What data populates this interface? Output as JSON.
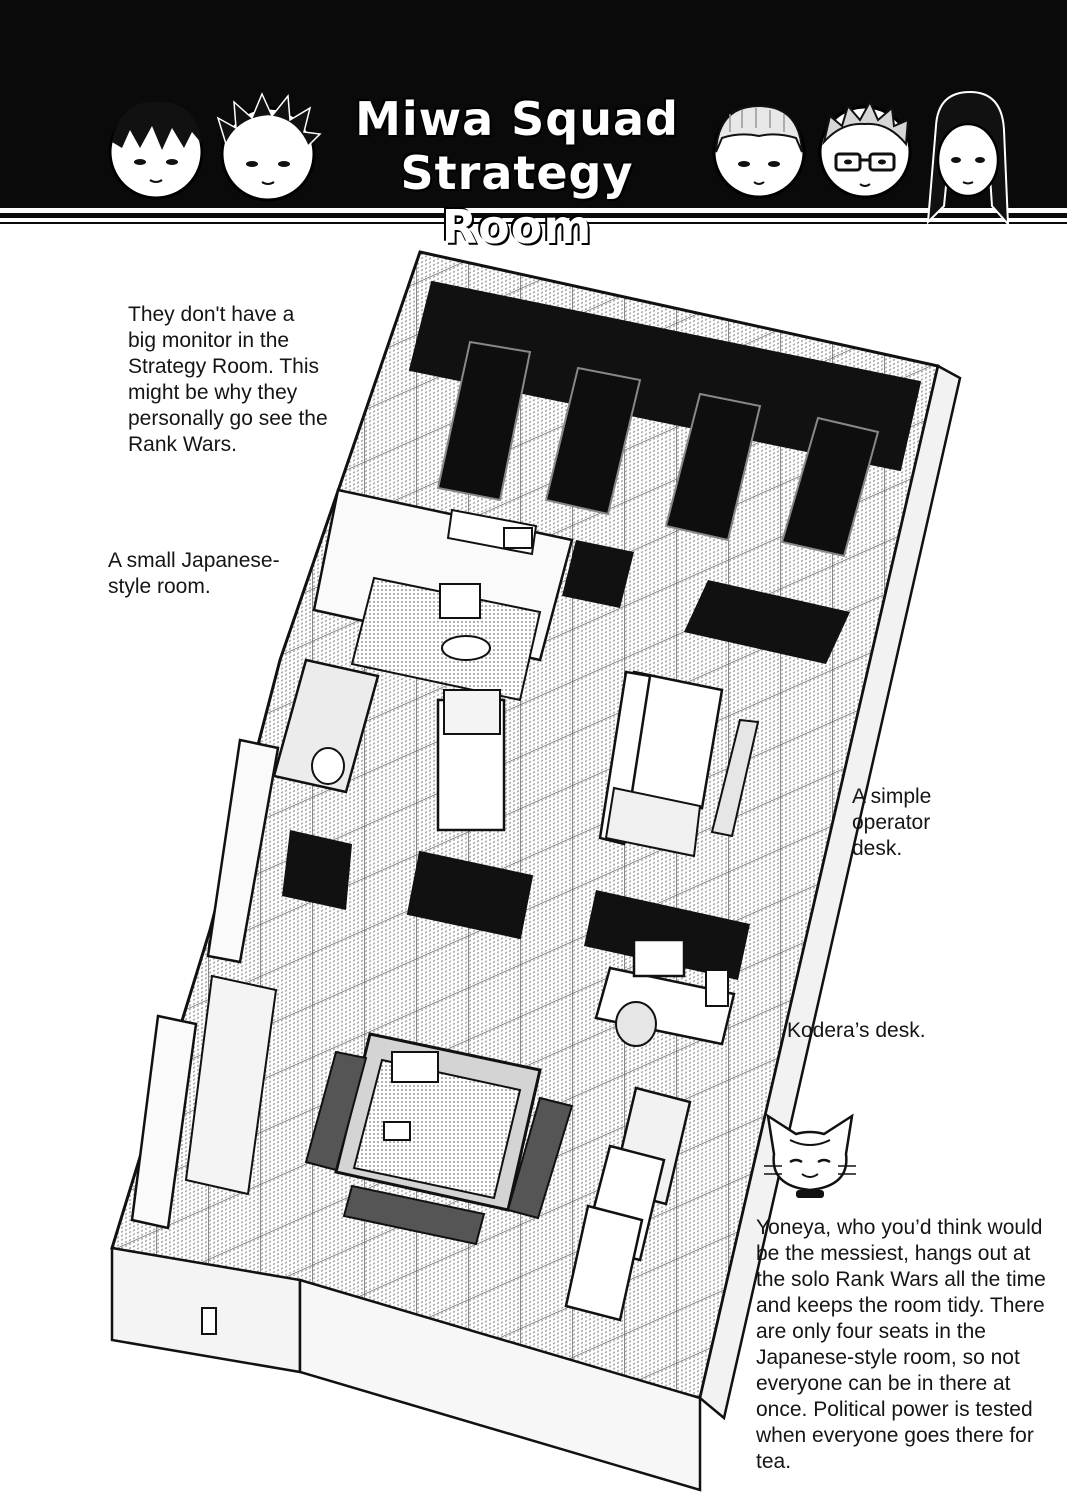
{
  "header": {
    "title_line1": "Miwa Squad",
    "title_line2": "Strategy Room"
  },
  "captions": {
    "monitor_note": "They don't have a big monitor in the Strategy Room. This might be why they personally go see the Rank Wars.",
    "japanese_room": "A small Japanese-style room.",
    "operator_desk": "A simple operator desk.",
    "kodera_desk": "Kodera’s desk.",
    "yoneya_note": "Yoneya, who you’d think would be the messiest, hangs out at the solo Rank Wars all the time and keeps the room tidy. There are only four seats in the Japanese-style room, so not everyone can be in there at once. Political power is tested when everyone goes there for tea."
  },
  "colors": {
    "header_bg": "#0a0a0a",
    "ink": "#111111",
    "screentone": "#bdbdbd",
    "paper": "#ffffff"
  },
  "icons": [
    "character-face-icon",
    "cat-mascot-icon"
  ]
}
